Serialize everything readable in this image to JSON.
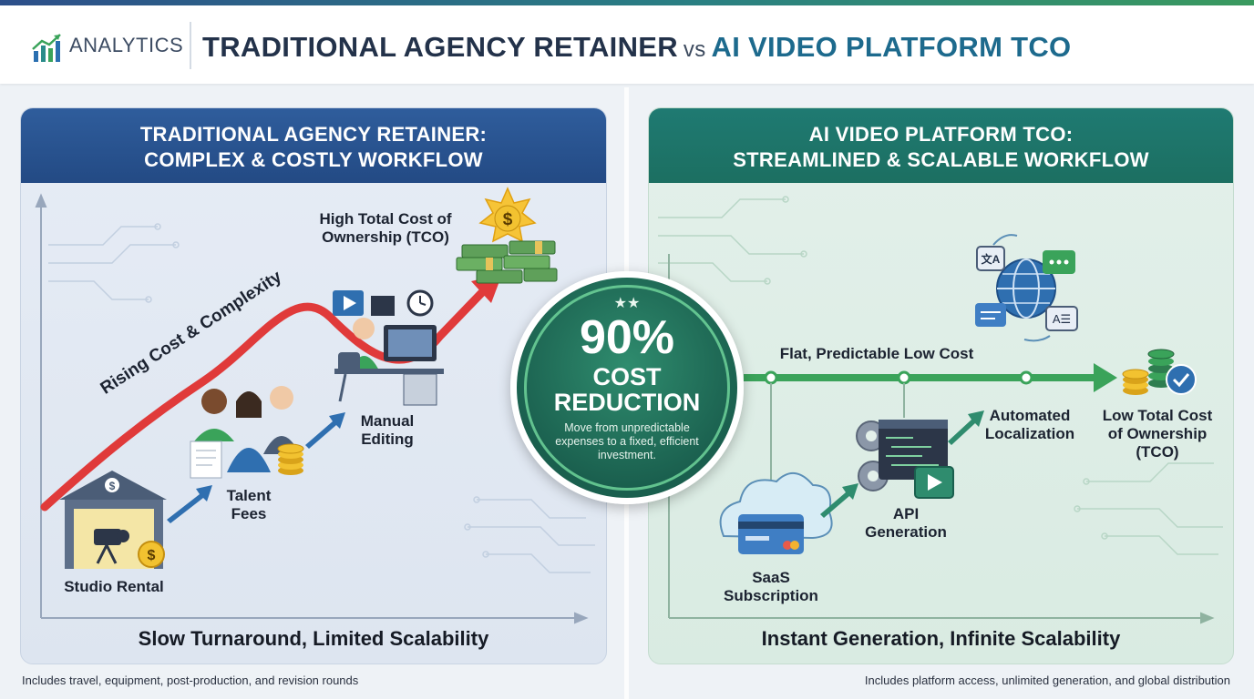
{
  "header": {
    "brand": "ANALYTICS",
    "title_left": "TRADITIONAL AGENCY RETAINER",
    "title_vs": "vs",
    "title_right": "AI VIDEO PLATFORM TCO"
  },
  "left_panel": {
    "title_line1": "TRADITIONAL AGENCY RETAINER:",
    "title_line2": "COMPLEX & COSTLY WORKFLOW",
    "trend_label": "Rising Cost & Complexity",
    "steps": [
      {
        "label": "Studio Rental"
      },
      {
        "label_line1": "Talent",
        "label_line2": "Fees"
      },
      {
        "label_line1": "Manual",
        "label_line2": "Editing"
      },
      {
        "label_line1": "High Total Cost of",
        "label_line2": "Ownership (TCO)"
      }
    ],
    "bottom_line": "Slow Turnaround, Limited Scalability",
    "footnote": "Includes travel, equipment, post-production, and revision rounds"
  },
  "badge": {
    "stars": "★★",
    "percent": "90%",
    "line1": "COST",
    "line2": "REDUCTION",
    "description": "Move from unpredictable expenses to a fixed, efficient investment."
  },
  "right_panel": {
    "title_line1": "AI VIDEO PLATFORM TCO:",
    "title_line2": "STREAMLINED & SCALABLE WORKFLOW",
    "flow_label": "Flat, Predictable Low Cost",
    "steps": [
      {
        "label_line1": "SaaS",
        "label_line2": "Subscription"
      },
      {
        "label_line1": "API",
        "label_line2": "Generation"
      },
      {
        "label_line1": "Automated",
        "label_line2": "Localization"
      },
      {
        "label_line1": "Low Total Cost",
        "label_line2": "of Ownership",
        "label_line3": "(TCO)"
      }
    ],
    "bottom_line": "Instant Generation, Infinite Scalability",
    "footnote": "Includes platform access, unlimited generation, and global distribution"
  },
  "colors": {
    "traditional_accent": "#2f5d9c",
    "ai_accent": "#1f7a72",
    "rising_arrow": "#e03a3a",
    "flat_arrow": "#3aa35a"
  }
}
